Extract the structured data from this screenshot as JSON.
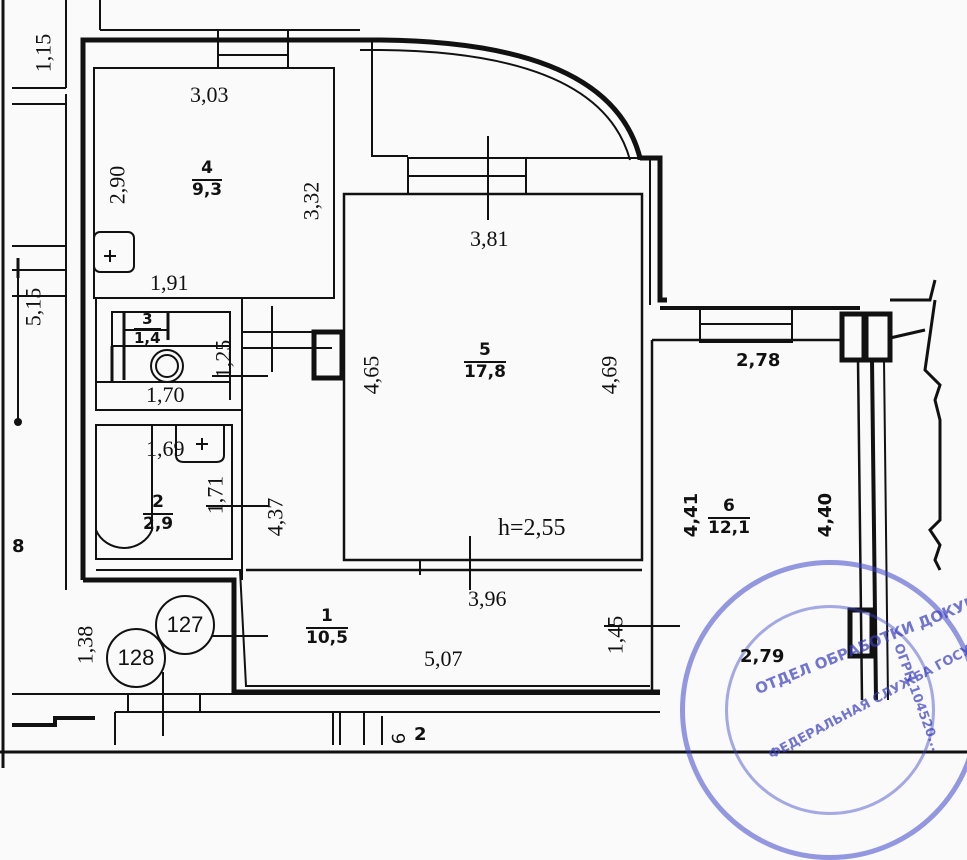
{
  "plan": {
    "ceiling_height": "h=2,55",
    "rooms": [
      {
        "number": "1",
        "area": "10,5"
      },
      {
        "number": "2",
        "area": "2,9"
      },
      {
        "number": "3",
        "area": "1,4"
      },
      {
        "number": "4",
        "area": "9,3"
      },
      {
        "number": "5",
        "area": "17,8"
      },
      {
        "number": "6",
        "area": "12,1"
      }
    ],
    "dimensions": {
      "left_top": "1,15",
      "left_mid": "5,15",
      "left_bottom": "1,38",
      "room4_top": "3,03",
      "room4_left": "2,90",
      "room4_right": "3,32",
      "corridor_width": "1,91",
      "room3_height": "1,25",
      "room3_width": "1,70",
      "room2_width": "1,69",
      "room2_height": "1,71",
      "hall_side": "4,37",
      "room5_top": "3,81",
      "room5_left": "4,65",
      "room5_right": "4,69",
      "room5_bottom": "3,96",
      "room1_width": "5,07",
      "room1_side": "1,45",
      "room6_top": "2,78",
      "room6_left": "4,41",
      "room6_right": "4,40",
      "room6_bottom": "2,79"
    },
    "neighbor_markers": [
      "127",
      "128"
    ],
    "edge_labels": {
      "left_8": "8",
      "bottom_2": "2",
      "bottom_9": "9"
    }
  },
  "stamp": {
    "outer_text": "ФЕДЕРАЛЬНАЯ СЛУЖБА ГОСУДАРСТВЕННОЙ РЕГИСТРАЦИИ, КАДАСТРА И КАРТОГРАФИИ",
    "inner_text": "ОТДЕЛ ОБРАБОТКИ ДОКУМЕНТОВ",
    "ogrn": "ОГРН 104520...",
    "color": "#3c46c8"
  }
}
